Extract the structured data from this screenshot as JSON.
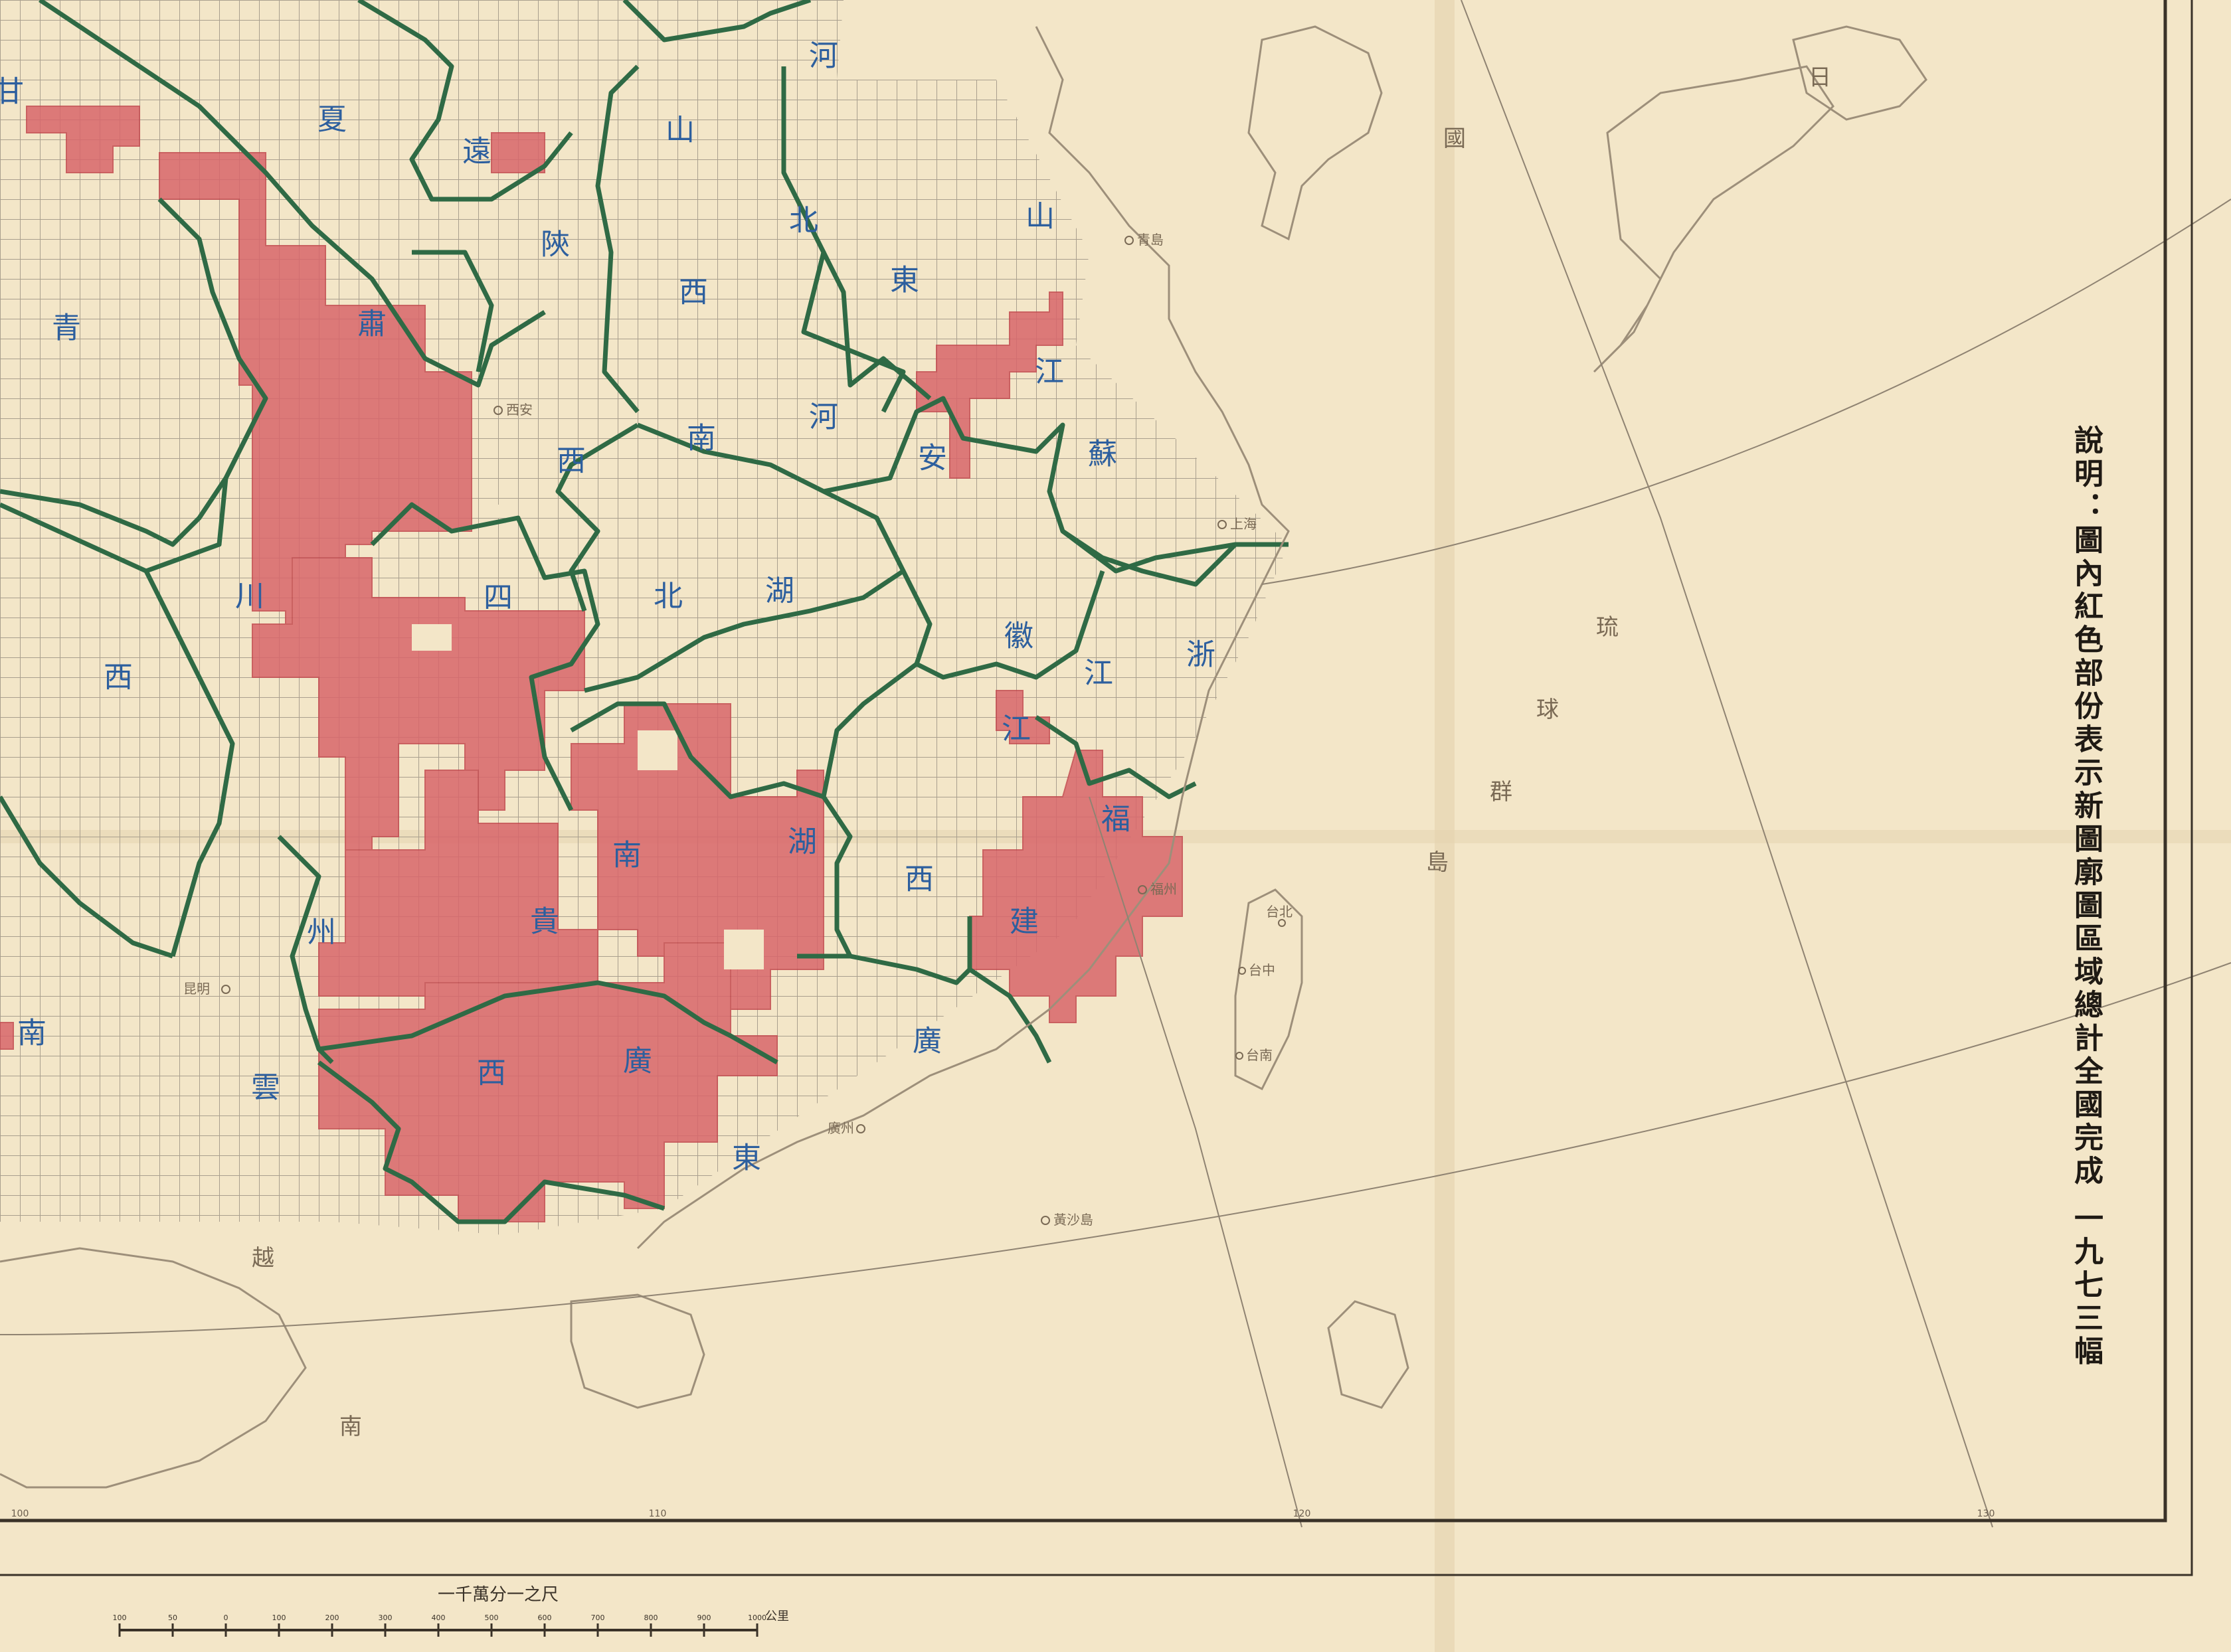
{
  "legend_text": "說明：圖內紅色部份表示新圖廓圖區域總計全國完成 一九七三幅",
  "scale_title": "一千萬分一之尺",
  "scale_numbers": [
    "100",
    "50",
    "0",
    "100",
    "200",
    "300",
    "400",
    "500",
    "600",
    "700",
    "800",
    "900",
    "1000"
  ],
  "scale_unit": "公里",
  "provinces": [
    {
      "id": "gan",
      "label": "甘"
    },
    {
      "id": "xia",
      "label": "夏"
    },
    {
      "id": "yuan",
      "label": "遠"
    },
    {
      "id": "he1",
      "label": "河"
    },
    {
      "id": "shan1",
      "label": "山"
    },
    {
      "id": "bei1",
      "label": "北"
    },
    {
      "id": "shan2",
      "label": "山"
    },
    {
      "id": "shaan",
      "label": "陝"
    },
    {
      "id": "xi1",
      "label": "西"
    },
    {
      "id": "dong1",
      "label": "東"
    },
    {
      "id": "qing",
      "label": "青"
    },
    {
      "id": "su1",
      "label": "肅"
    },
    {
      "id": "jiang1",
      "label": "江"
    },
    {
      "id": "nan1",
      "label": "南"
    },
    {
      "id": "he2",
      "label": "河"
    },
    {
      "id": "an",
      "label": "安"
    },
    {
      "id": "su2",
      "label": "蘇"
    },
    {
      "id": "xi2",
      "label": "西"
    },
    {
      "id": "chuan",
      "label": "川"
    },
    {
      "id": "si",
      "label": "四"
    },
    {
      "id": "bei2",
      "label": "北"
    },
    {
      "id": "hu1",
      "label": "湖"
    },
    {
      "id": "hui",
      "label": "徽"
    },
    {
      "id": "jiang2",
      "label": "江"
    },
    {
      "id": "zhe",
      "label": "浙"
    },
    {
      "id": "xi3",
      "label": "西"
    },
    {
      "id": "jiang3",
      "label": "江"
    },
    {
      "id": "nan2",
      "label": "南"
    },
    {
      "id": "hu2",
      "label": "湖"
    },
    {
      "id": "fu",
      "label": "福"
    },
    {
      "id": "xi4",
      "label": "西"
    },
    {
      "id": "jian",
      "label": "建"
    },
    {
      "id": "zhou",
      "label": "州"
    },
    {
      "id": "gui",
      "label": "貴"
    },
    {
      "id": "nan3",
      "label": "南"
    },
    {
      "id": "yun",
      "label": "雲"
    },
    {
      "id": "xi5",
      "label": "西"
    },
    {
      "id": "guang1",
      "label": "廣"
    },
    {
      "id": "guang2",
      "label": "廣"
    },
    {
      "id": "dong2",
      "label": "東"
    }
  ],
  "sea_labels": [
    {
      "id": "yue",
      "label": "越"
    },
    {
      "id": "nan-sea",
      "label": "南"
    },
    {
      "id": "qun",
      "label": "群"
    },
    {
      "id": "dao",
      "label": "島"
    },
    {
      "id": "liu",
      "label": "琉"
    },
    {
      "id": "qiu",
      "label": "球"
    },
    {
      "id": "guo",
      "label": "國"
    },
    {
      "id": "ri",
      "label": "日"
    }
  ],
  "place_labels": [
    {
      "id": "qingdao",
      "label": "青島"
    },
    {
      "id": "shanghai",
      "label": "上海"
    },
    {
      "id": "xian",
      "label": "西安"
    },
    {
      "id": "kunming",
      "label": "昆明"
    },
    {
      "id": "guangzhou",
      "label": "廣州"
    },
    {
      "id": "fuzhou",
      "label": "福州"
    },
    {
      "id": "taibei",
      "label": "台北"
    },
    {
      "id": "huangsha",
      "label": "黃沙島"
    },
    {
      "id": "taipei2",
      "label": "台中"
    },
    {
      "id": "tainan",
      "label": "台南"
    }
  ],
  "degree_labels": [
    "100",
    "110",
    "120",
    "130"
  ],
  "colors": {
    "paper": "#f3e6c8",
    "completed_region": "#d9666b",
    "province_border": "#2f6a45",
    "grid": "#a99f8e",
    "province_label": "#2d5f9e"
  }
}
